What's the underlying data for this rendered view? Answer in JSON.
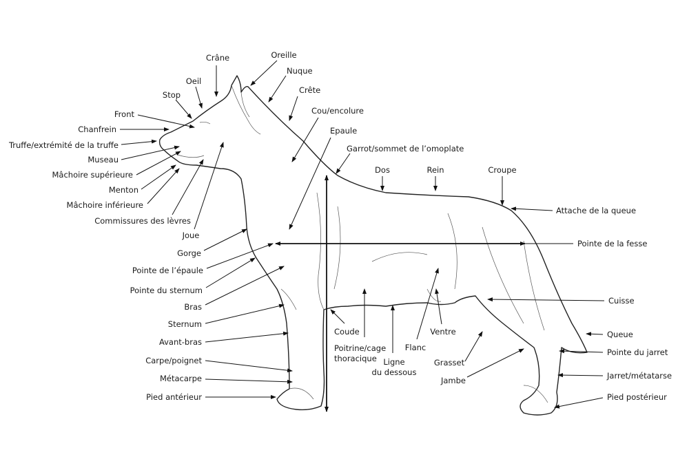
{
  "labels": {
    "crane": "Crâne",
    "oeil": "Oeil",
    "stop": "Stop",
    "front": "Front",
    "chanfrein": "Chanfrein",
    "truffe": "Truffe/extrémité de la truffe",
    "museau": "Museau",
    "machoire_sup": "Mâchoire supérieure",
    "menton": "Menton",
    "machoire_inf": "Mâchoire inférieure",
    "commissures": "Commissures des lèvres",
    "joue": "Joue",
    "gorge": "Gorge",
    "pointe_epaule": "Pointe de l’épaule",
    "pointe_sternum": "Pointe du sternum",
    "bras": "Bras",
    "sternum": "Sternum",
    "avant_bras": "Avant-bras",
    "carpe": "Carpe/poignet",
    "metacarpe": "Métacarpe",
    "pied_ant": "Pied antérieur",
    "oreille": "Oreille",
    "nuque": "Nuque",
    "crete": "Crête",
    "cou": "Cou/encolure",
    "epaule": "Epaule",
    "garrot": "Garrot/sommet de l’omoplate",
    "dos": "Dos",
    "rein": "Rein",
    "croupe": "Croupe",
    "attache_queue": "Attache de la queue",
    "pointe_fesse": "Pointe de la fesse",
    "cuisse": "Cuisse",
    "queue": "Queue",
    "pointe_jarret": "Pointe du jarret",
    "jarret": "Jarret/métatarse",
    "pied_post": "Pied postérieur",
    "coude": "Coude",
    "poitrine_1": "Poitrine/cage",
    "poitrine_2": "thoracique",
    "ligne_1": "Ligne",
    "ligne_2": "du dessous",
    "flanc": "Flanc",
    "ventre": "Ventre",
    "grasset": "Grasset",
    "jambe": "Jambe"
  }
}
